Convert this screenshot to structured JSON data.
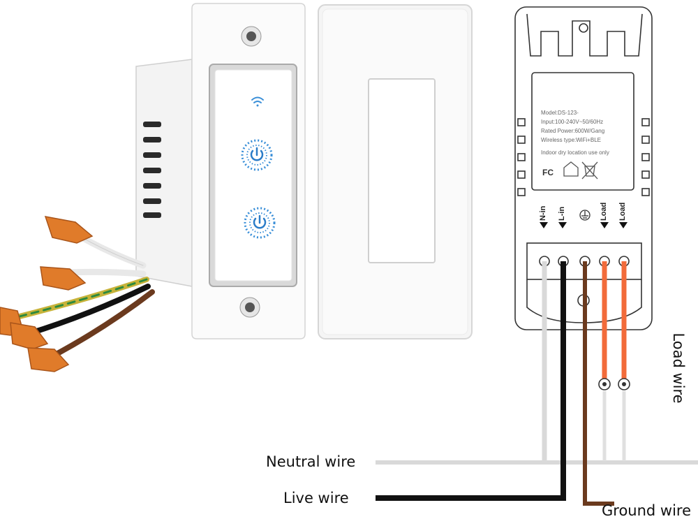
{
  "labels": {
    "neutral": "Neutral wire",
    "live": "Live wire",
    "ground": "Ground wire",
    "load": "Load wire"
  },
  "module": {
    "model": "Model:DS-123-",
    "input": "Input:100-240V~50/60Hz",
    "power": "Rated Power:600W/Gang",
    "wireless": "Wireless type:WiFi+BLE",
    "indoor": "Indoor dry location use only",
    "fc": "FC",
    "terminals": [
      "N-in",
      "L-in",
      "Load",
      "Load"
    ]
  },
  "colors": {
    "neutral": "#d9d9d9",
    "live": "#111111",
    "ground": "#6b3a1e",
    "load": "#f26b3a",
    "wire_nut": "#e07b2a",
    "touch_icon": "#3a8fd8"
  },
  "icons": [
    "wifi-icon",
    "power-icon",
    "ground-icon",
    "house-icon",
    "recycle-bin-icon"
  ]
}
